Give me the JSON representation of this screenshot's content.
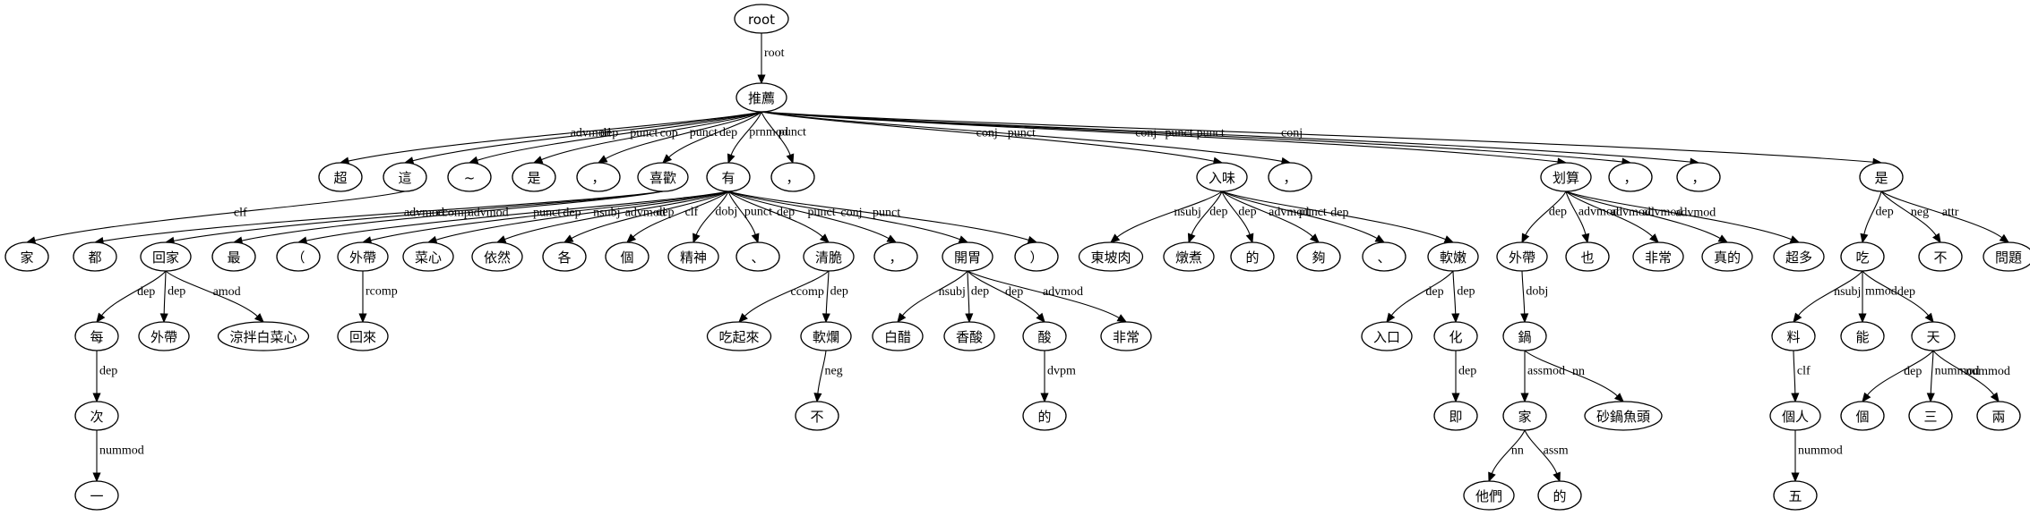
{
  "diagram": {
    "type": "dependency-tree",
    "nodes": [
      {
        "id": "root",
        "label": "root"
      },
      {
        "id": "n_tuijian",
        "label": "推薦"
      },
      {
        "id": "n_chao",
        "label": "超"
      },
      {
        "id": "n_zhe",
        "label": "這"
      },
      {
        "id": "n_tilde",
        "label": "~"
      },
      {
        "id": "n_shi1",
        "label": "是"
      },
      {
        "id": "n_comma1",
        "label": "，"
      },
      {
        "id": "n_xihuan",
        "label": "喜歡"
      },
      {
        "id": "n_you",
        "label": "有"
      },
      {
        "id": "n_comma2",
        "label": "，"
      },
      {
        "id": "n_ruwei",
        "label": "入味"
      },
      {
        "id": "n_comma3",
        "label": "，"
      },
      {
        "id": "n_huasuan",
        "label": "划算"
      },
      {
        "id": "n_comma4",
        "label": "，"
      },
      {
        "id": "n_comma5",
        "label": "，"
      },
      {
        "id": "n_shi2",
        "label": "是"
      },
      {
        "id": "n_jia1",
        "label": "家"
      },
      {
        "id": "n_dou",
        "label": "都"
      },
      {
        "id": "n_huijia",
        "label": "回家"
      },
      {
        "id": "n_zui",
        "label": "最"
      },
      {
        "id": "n_mei",
        "label": "每"
      },
      {
        "id": "n_waidai1",
        "label": "外帶"
      },
      {
        "id": "n_liangban",
        "label": "涼拌白菜心"
      },
      {
        "id": "n_ci",
        "label": "次"
      },
      {
        "id": "n_yi",
        "label": "一"
      },
      {
        "id": "n_lparen",
        "label": "（"
      },
      {
        "id": "n_waidai2",
        "label": "外帶"
      },
      {
        "id": "n_caixin",
        "label": "菜心"
      },
      {
        "id": "n_yiran",
        "label": "依然"
      },
      {
        "id": "n_ge1",
        "label": "各"
      },
      {
        "id": "n_ge2",
        "label": "個"
      },
      {
        "id": "n_jingshen",
        "label": "精神"
      },
      {
        "id": "n_dun",
        "label": "、"
      },
      {
        "id": "n_qingcui",
        "label": "清脆"
      },
      {
        "id": "n_comma6",
        "label": "，"
      },
      {
        "id": "n_kaiwei",
        "label": "開胃"
      },
      {
        "id": "n_rparen",
        "label": "）"
      },
      {
        "id": "n_huilai",
        "label": "回來"
      },
      {
        "id": "n_chiqilai",
        "label": "吃起來"
      },
      {
        "id": "n_ruanlan",
        "label": "軟爛"
      },
      {
        "id": "n_bu1",
        "label": "不"
      },
      {
        "id": "n_baicu",
        "label": "白醋"
      },
      {
        "id": "n_xiangsuan",
        "label": "香酸"
      },
      {
        "id": "n_suan",
        "label": "酸"
      },
      {
        "id": "n_feichang1",
        "label": "非常"
      },
      {
        "id": "n_de1",
        "label": "的"
      },
      {
        "id": "n_dongporou",
        "label": "東坡肉"
      },
      {
        "id": "n_dunzhu",
        "label": "燉煮"
      },
      {
        "id": "n_de2",
        "label": "的"
      },
      {
        "id": "n_gou",
        "label": "夠"
      },
      {
        "id": "n_dun2",
        "label": "、"
      },
      {
        "id": "n_ruannen",
        "label": "軟嫩"
      },
      {
        "id": "n_rukou",
        "label": "入口"
      },
      {
        "id": "n_hua",
        "label": "化"
      },
      {
        "id": "n_ji",
        "label": "即"
      },
      {
        "id": "n_waidai3",
        "label": "外帶"
      },
      {
        "id": "n_ye",
        "label": "也"
      },
      {
        "id": "n_feichang2",
        "label": "非常"
      },
      {
        "id": "n_zhende",
        "label": "真的"
      },
      {
        "id": "n_chaoduo",
        "label": "超多"
      },
      {
        "id": "n_guo",
        "label": "鍋"
      },
      {
        "id": "n_jia2",
        "label": "家"
      },
      {
        "id": "n_shaguo",
        "label": "砂鍋魚頭"
      },
      {
        "id": "n_tamen",
        "label": "他們"
      },
      {
        "id": "n_de3",
        "label": "的"
      },
      {
        "id": "n_chi",
        "label": "吃"
      },
      {
        "id": "n_bu2",
        "label": "不"
      },
      {
        "id": "n_wenti",
        "label": "問題"
      },
      {
        "id": "n_liao",
        "label": "料"
      },
      {
        "id": "n_neng",
        "label": "能"
      },
      {
        "id": "n_tian",
        "label": "天"
      },
      {
        "id": "n_geren",
        "label": "個人"
      },
      {
        "id": "n_wu",
        "label": "五"
      },
      {
        "id": "n_ge3",
        "label": "個"
      },
      {
        "id": "n_san",
        "label": "三"
      },
      {
        "id": "n_liang",
        "label": "兩"
      }
    ],
    "edges": [
      {
        "from": "root",
        "to": "n_tuijian",
        "label": "root"
      },
      {
        "from": "n_tuijian",
        "to": "n_chao",
        "label": "advmod"
      },
      {
        "from": "n_tuijian",
        "to": "n_zhe",
        "label": "dep"
      },
      {
        "from": "n_tuijian",
        "to": "n_tilde",
        "label": "punct"
      },
      {
        "from": "n_tuijian",
        "to": "n_shi1",
        "label": "cop"
      },
      {
        "from": "n_tuijian",
        "to": "n_comma1",
        "label": "punct"
      },
      {
        "from": "n_tuijian",
        "to": "n_xihuan",
        "label": "dep"
      },
      {
        "from": "n_tuijian",
        "to": "n_you",
        "label": "prnmod"
      },
      {
        "from": "n_tuijian",
        "to": "n_comma2",
        "label": "punct"
      },
      {
        "from": "n_tuijian",
        "to": "n_ruwei",
        "label": "conj"
      },
      {
        "from": "n_tuijian",
        "to": "n_comma3",
        "label": "punct"
      },
      {
        "from": "n_tuijian",
        "to": "n_huasuan",
        "label": "conj"
      },
      {
        "from": "n_tuijian",
        "to": "n_comma4",
        "label": "punct"
      },
      {
        "from": "n_tuijian",
        "to": "n_comma5",
        "label": "punct"
      },
      {
        "from": "n_tuijian",
        "to": "n_shi2",
        "label": "conj"
      },
      {
        "from": "n_zhe",
        "to": "n_jia1",
        "label": "clf"
      },
      {
        "from": "n_xihuan",
        "to": "n_dou",
        "label": "advmod"
      },
      {
        "from": "n_xihuan",
        "to": "n_huijia",
        "label": "ccomp"
      },
      {
        "from": "n_xihuan",
        "to": "n_zui",
        "label": "advmod"
      },
      {
        "from": "n_huijia",
        "to": "n_mei",
        "label": "dep"
      },
      {
        "from": "n_huijia",
        "to": "n_waidai1",
        "label": "dep"
      },
      {
        "from": "n_huijia",
        "to": "n_liangban",
        "label": "amod"
      },
      {
        "from": "n_mei",
        "to": "n_ci",
        "label": "dep"
      },
      {
        "from": "n_ci",
        "to": "n_yi",
        "label": "nummod"
      },
      {
        "from": "n_you",
        "to": "n_lparen",
        "label": "punct"
      },
      {
        "from": "n_you",
        "to": "n_waidai2",
        "label": "dep"
      },
      {
        "from": "n_you",
        "to": "n_caixin",
        "label": "nsubj"
      },
      {
        "from": "n_you",
        "to": "n_yiran",
        "label": "advmod"
      },
      {
        "from": "n_you",
        "to": "n_ge1",
        "label": "dep"
      },
      {
        "from": "n_you",
        "to": "n_ge2",
        "label": "clf"
      },
      {
        "from": "n_you",
        "to": "n_jingshen",
        "label": "dobj"
      },
      {
        "from": "n_you",
        "to": "n_dun",
        "label": "punct"
      },
      {
        "from": "n_you",
        "to": "n_qingcui",
        "label": "dep"
      },
      {
        "from": "n_you",
        "to": "n_comma6",
        "label": "punct"
      },
      {
        "from": "n_you",
        "to": "n_kaiwei",
        "label": "conj"
      },
      {
        "from": "n_you",
        "to": "n_rparen",
        "label": "punct"
      },
      {
        "from": "n_waidai2",
        "to": "n_huilai",
        "label": "rcomp"
      },
      {
        "from": "n_qingcui",
        "to": "n_chiqilai",
        "label": "ccomp"
      },
      {
        "from": "n_qingcui",
        "to": "n_ruanlan",
        "label": "dep"
      },
      {
        "from": "n_ruanlan",
        "to": "n_bu1",
        "label": "neg"
      },
      {
        "from": "n_kaiwei",
        "to": "n_baicu",
        "label": "nsubj"
      },
      {
        "from": "n_kaiwei",
        "to": "n_xiangsuan",
        "label": "dep"
      },
      {
        "from": "n_kaiwei",
        "to": "n_suan",
        "label": "dep"
      },
      {
        "from": "n_kaiwei",
        "to": "n_feichang1",
        "label": "advmod"
      },
      {
        "from": "n_suan",
        "to": "n_de1",
        "label": "dvpm"
      },
      {
        "from": "n_ruwei",
        "to": "n_dongporou",
        "label": "nsubj"
      },
      {
        "from": "n_ruwei",
        "to": "n_dunzhu",
        "label": "dep"
      },
      {
        "from": "n_ruwei",
        "to": "n_de2",
        "label": "dep"
      },
      {
        "from": "n_ruwei",
        "to": "n_gou",
        "label": "advmod"
      },
      {
        "from": "n_ruwei",
        "to": "n_dun2",
        "label": "punct"
      },
      {
        "from": "n_ruwei",
        "to": "n_ruannen",
        "label": "dep"
      },
      {
        "from": "n_ruannen",
        "to": "n_rukou",
        "label": "dep"
      },
      {
        "from": "n_ruannen",
        "to": "n_hua",
        "label": "dep"
      },
      {
        "from": "n_hua",
        "to": "n_ji",
        "label": "dep"
      },
      {
        "from": "n_huasuan",
        "to": "n_waidai3",
        "label": "dep"
      },
      {
        "from": "n_huasuan",
        "to": "n_ye",
        "label": "advmod"
      },
      {
        "from": "n_huasuan",
        "to": "n_feichang2",
        "label": "advmod"
      },
      {
        "from": "n_huasuan",
        "to": "n_zhende",
        "label": "advmod"
      },
      {
        "from": "n_huasuan",
        "to": "n_chaoduo",
        "label": "advmod"
      },
      {
        "from": "n_waidai3",
        "to": "n_guo",
        "label": "dobj"
      },
      {
        "from": "n_guo",
        "to": "n_jia2",
        "label": "assmod"
      },
      {
        "from": "n_guo",
        "to": "n_shaguo",
        "label": "nn"
      },
      {
        "from": "n_jia2",
        "to": "n_tamen",
        "label": "nn"
      },
      {
        "from": "n_jia2",
        "to": "n_de3",
        "label": "assm"
      },
      {
        "from": "n_shi2",
        "to": "n_chi",
        "label": "dep"
      },
      {
        "from": "n_shi2",
        "to": "n_bu2",
        "label": "neg"
      },
      {
        "from": "n_shi2",
        "to": "n_wenti",
        "label": "attr"
      },
      {
        "from": "n_chi",
        "to": "n_liao",
        "label": "nsubj"
      },
      {
        "from": "n_chi",
        "to": "n_neng",
        "label": "mmod"
      },
      {
        "from": "n_chi",
        "to": "n_tian",
        "label": "dep"
      },
      {
        "from": "n_liao",
        "to": "n_geren",
        "label": "clf"
      },
      {
        "from": "n_geren",
        "to": "n_wu",
        "label": "nummod"
      },
      {
        "from": "n_tian",
        "to": "n_ge3",
        "label": "dep"
      },
      {
        "from": "n_tian",
        "to": "n_san",
        "label": "nummod"
      },
      {
        "from": "n_tian",
        "to": "n_liang",
        "label": "nummod"
      }
    ]
  }
}
